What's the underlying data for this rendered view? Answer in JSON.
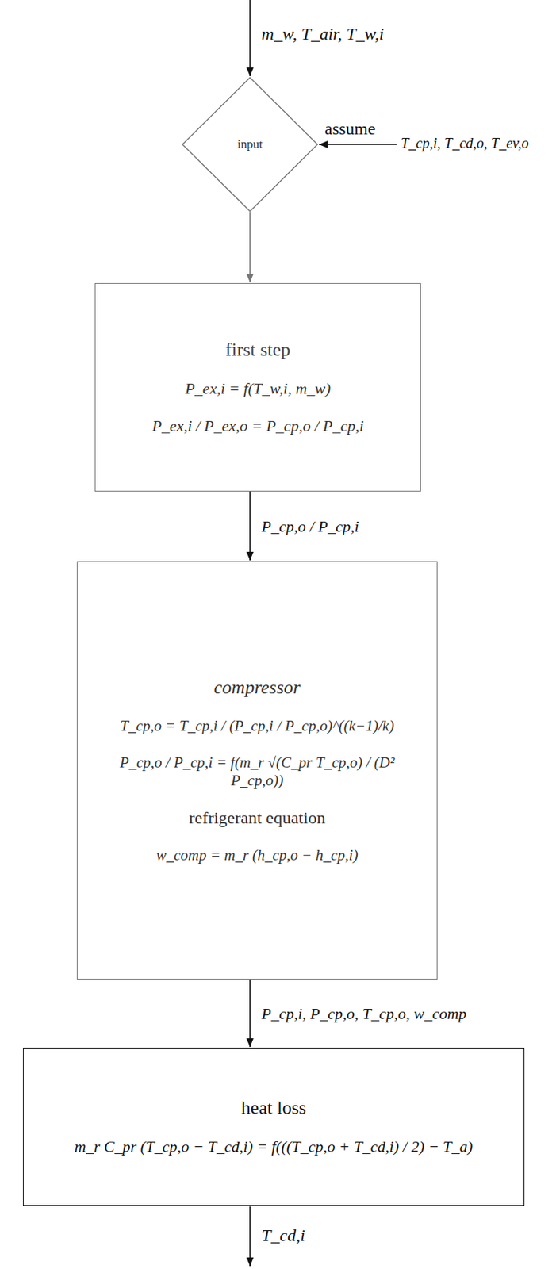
{
  "diagram": {
    "nodes": [
      {
        "text": [
          "input"
        ]
      },
      {
        "text": [
          "first step",
          "P_ex,i = f(T_w,i, m_w)",
          "P_ex,i / P_ex,o = P_cp,o / P_cp,i"
        ]
      },
      {
        "text": [
          "compressor",
          "T_cp,o = T_cp,i / (P_cp,i / P_cp,o)^((k−1)/k)",
          "P_cp,o / P_cp,i = f(m_r √(C_pr T_cp,o) / (D² P_cp,o))",
          "refrigerant equation",
          "w_comp = m_r (h_cp,o − h_cp,i)"
        ]
      },
      {
        "text": [
          "heat loss",
          "m_r C_pr (T_cp,o − T_cd,i) = f(((T_cp,o + T_cd,i) / 2) − T_a)"
        ]
      }
    ],
    "edges": [
      {
        "from": 0,
        "to": 1,
        "arrow": "to"
      },
      {
        "from": 1,
        "to": 2,
        "label": "P_cp,o / P_cp,i",
        "arrow": "to"
      },
      {
        "from": 2,
        "to": 3,
        "label": "P_cp,i, P_cp,o, T_cp,o, w_comp",
        "arrow": "to"
      }
    ],
    "labels": [
      "m_w, T_air, T_w,i",
      "assume",
      "T_cp,i, T_cd,o, T_ev,o",
      "T_cd,i"
    ]
  }
}
